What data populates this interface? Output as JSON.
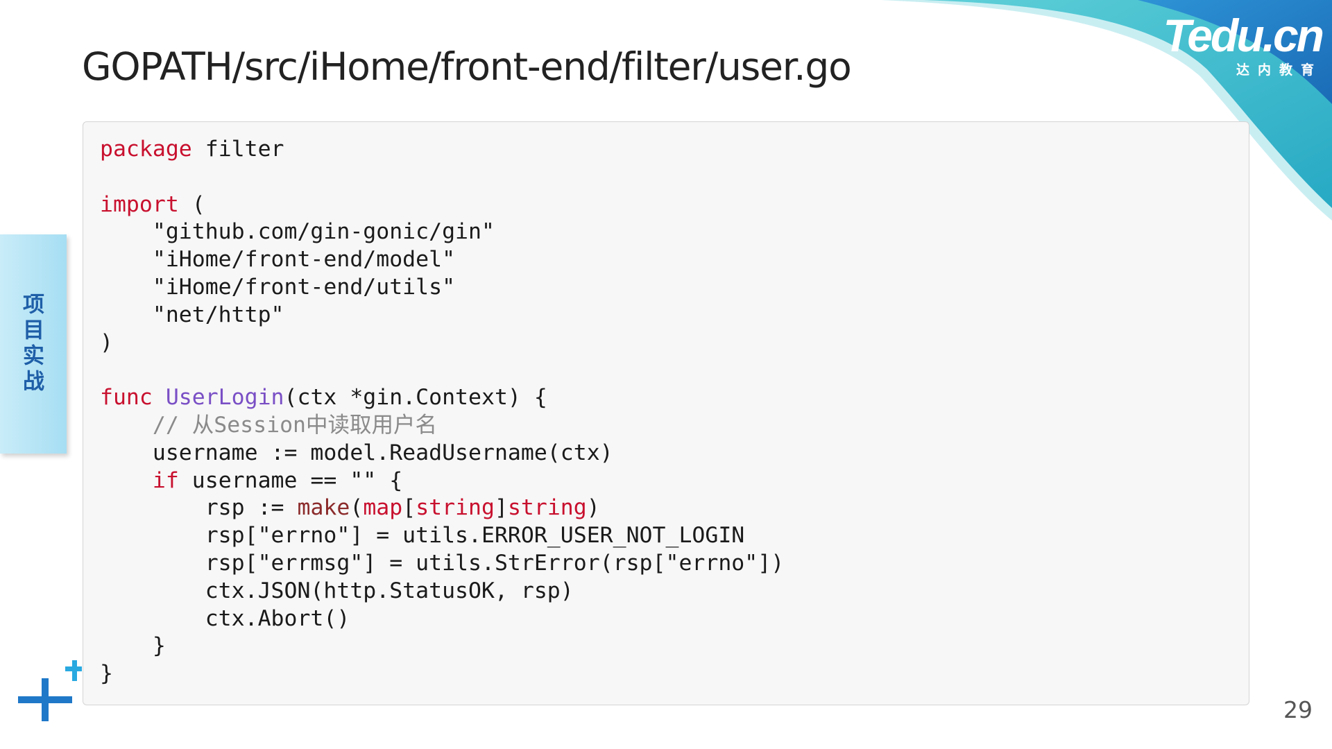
{
  "slide": {
    "title": "GOPATH/src/iHome/front-end/filter/user.go",
    "section_tab": "项目实战",
    "page_number": "29"
  },
  "brand": {
    "name": "Tedu.cn",
    "subtitle": "达内教育"
  },
  "code": {
    "language": "go",
    "lines": [
      [
        {
          "t": "package",
          "k": "kw"
        },
        {
          "t": " filter"
        }
      ],
      [],
      [
        {
          "t": "import",
          "k": "kw"
        },
        {
          "t": " ("
        }
      ],
      [
        {
          "t": "    \"github.com/gin-gonic/gin\""
        }
      ],
      [
        {
          "t": "    \"iHome/front-end/model\""
        }
      ],
      [
        {
          "t": "    \"iHome/front-end/utils\""
        }
      ],
      [
        {
          "t": "    \"net/http\""
        }
      ],
      [
        {
          "t": ")"
        }
      ],
      [],
      [
        {
          "t": "func",
          "k": "kw"
        },
        {
          "t": " "
        },
        {
          "t": "UserLogin",
          "k": "fn"
        },
        {
          "t": "(ctx *gin.Context) {"
        }
      ],
      [
        {
          "t": "    "
        },
        {
          "t": "// 从Session中读取用户名",
          "k": "cm"
        }
      ],
      [
        {
          "t": "    username := model.ReadUsername(ctx)"
        }
      ],
      [
        {
          "t": "    "
        },
        {
          "t": "if",
          "k": "kw"
        },
        {
          "t": " username == \"\" {"
        }
      ],
      [
        {
          "t": "        rsp := "
        },
        {
          "t": "make",
          "k": "mk"
        },
        {
          "t": "("
        },
        {
          "t": "map",
          "k": "bi"
        },
        {
          "t": "["
        },
        {
          "t": "string",
          "k": "bi"
        },
        {
          "t": "]"
        },
        {
          "t": "string",
          "k": "bi"
        },
        {
          "t": ")"
        }
      ],
      [
        {
          "t": "        rsp[\"errno\"] = utils.ERROR_USER_NOT_LOGIN"
        }
      ],
      [
        {
          "t": "        rsp[\"errmsg\"] = utils.StrError(rsp[\"errno\"])"
        }
      ],
      [
        {
          "t": "        ctx.JSON(http.StatusOK, rsp)"
        }
      ],
      [
        {
          "t": "        ctx.Abort()"
        }
      ],
      [
        {
          "t": "    }"
        }
      ],
      [
        {
          "t": "}"
        }
      ]
    ]
  },
  "colors": {
    "keyword": "#c8102e",
    "function_name": "#7a4fc5",
    "comment": "#8a8a8a",
    "accent_blue": "#1f78c8",
    "brand_teal": "#2bb6c9"
  },
  "icons": [
    "plus-icon",
    "small-plus-icon"
  ]
}
